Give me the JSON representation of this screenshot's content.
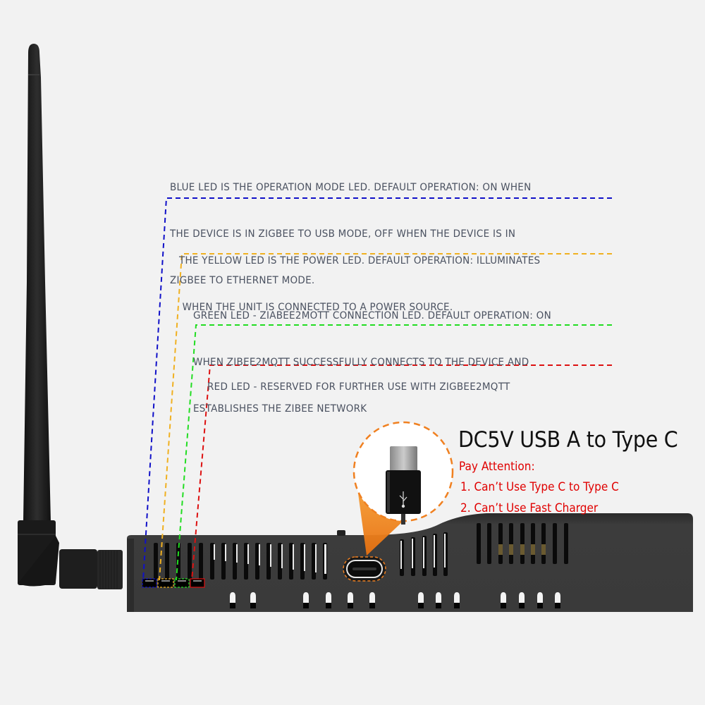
{
  "annotations": [
    {
      "id": "blue",
      "color": "#1010c8",
      "lines": [
        "BLUE LED IS THE OPERATION MODE LED. DEFAULT OPERATION: ON WHEN",
        "THE DEVICE IS IN ZIGBEE TO USB MODE, OFF WHEN THE DEVICE IS IN",
        "ZIGBEE TO ETHERNET MODE."
      ]
    },
    {
      "id": "yellow",
      "color": "#f0b020",
      "lines": [
        "THE YELLOW LED IS THE POWER LED. DEFAULT OPERATION: ILLUMINATES",
        " WHEN THE UNIT IS CONNECTED TO A POWER SOURCE."
      ]
    },
    {
      "id": "green",
      "color": "#22dd22",
      "lines": [
        "GREEN LED - ZIABEE2MOTT CONNECTION LED. DEFAULT OPERATION: ON",
        "WHEN ZIBEE2MQTT SUCCESSFULLY CONNECTS TO THE DEVICE AND",
        "ESTABLISHES THE ZIBEE NETWORK"
      ]
    },
    {
      "id": "red",
      "color": "#dd1111",
      "lines": [
        "RED LED - RESERVED FOR FURTHER USE WITH ZIGBEE2MQTT"
      ]
    }
  ],
  "power": {
    "title": "DC5V USB A to Type C",
    "attention_label": "Pay Attention:",
    "warnings": [
      "1. Can’t Use Type C to Type C",
      "2. Can’t Use Fast Charger"
    ],
    "callout_color": "#f08020",
    "warning_color": "#e00000"
  },
  "device": {
    "body_color": "#3a3a3a",
    "antenna_color": "#1c1c1c",
    "usb_icon": "usb-icon",
    "leds": [
      "blue",
      "yellow",
      "green",
      "red"
    ]
  }
}
